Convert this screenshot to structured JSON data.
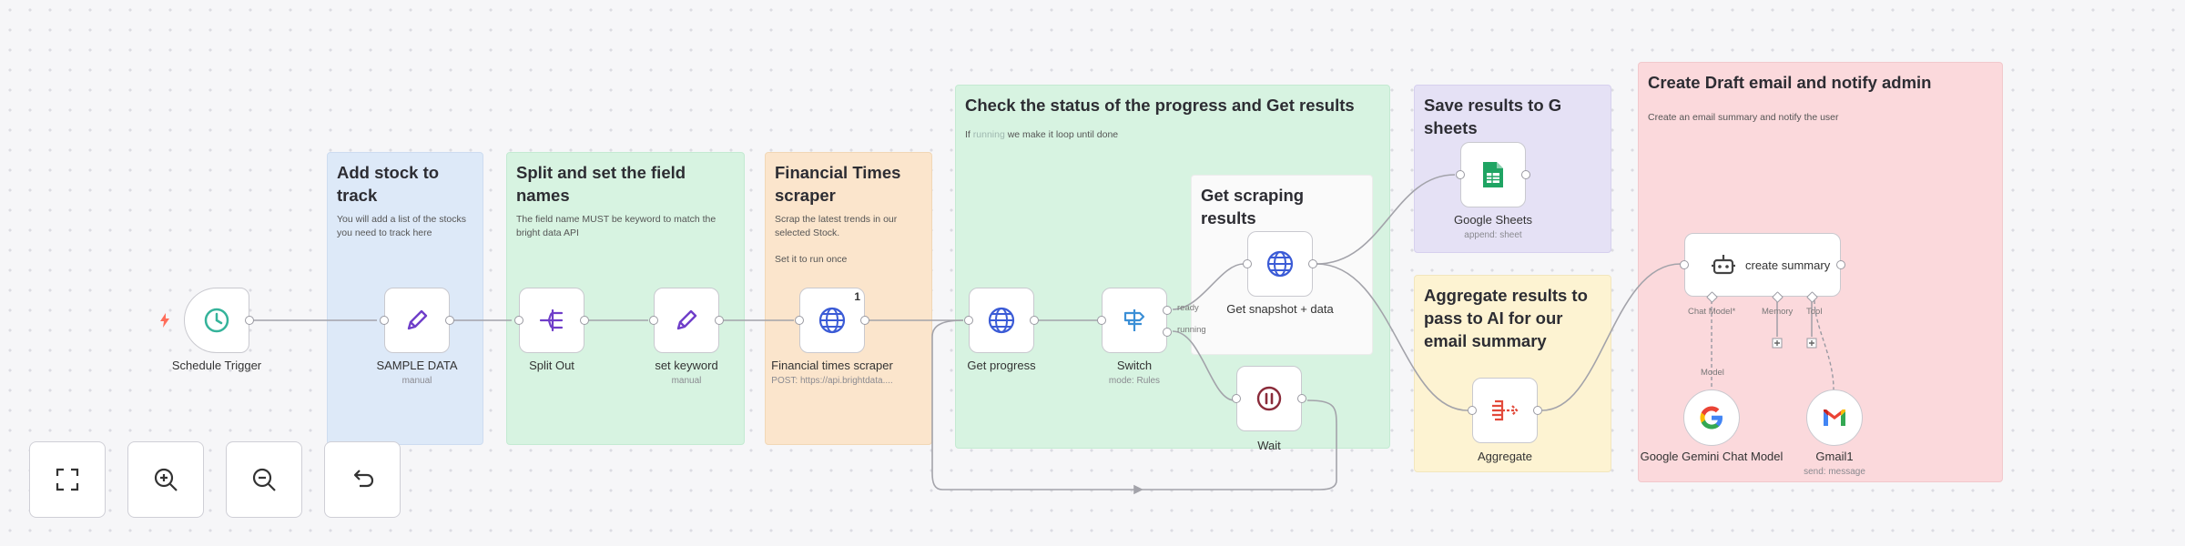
{
  "stickies": [
    {
      "key": "add_stock",
      "title": "Add stock to track",
      "body": "You will add a list of the stocks you need to track here"
    },
    {
      "key": "split",
      "title": "Split and set the field names",
      "body": "The field name MUST be keyword to match the bright data API"
    },
    {
      "key": "ft",
      "title": "Financial Times scraper",
      "body": "Scrap the latest trends in our selected Stock.",
      "body2": "Set it to run once"
    },
    {
      "key": "progress",
      "title": "Check the status of the progress and Get results",
      "body_pre": "If",
      "body_hl": "running",
      "body_post": "we make it loop until done"
    },
    {
      "key": "get_scraping",
      "title": "Get scraping results"
    },
    {
      "key": "save",
      "title": "Save results to G sheets"
    },
    {
      "key": "aggregate",
      "title": "Aggregate results to pass to AI for our email summary"
    },
    {
      "key": "draft",
      "title": "Create Draft email and notify admin",
      "body": "Create an email summary and notify the user"
    }
  ],
  "nodes": {
    "schedule_trigger": {
      "label": "Schedule Trigger",
      "icon": "clock-icon"
    },
    "sample_data": {
      "label": "SAMPLE DATA",
      "sub": "manual",
      "icon": "pencil-icon"
    },
    "split_out": {
      "label": "Split Out",
      "icon": "split-icon"
    },
    "set_keyword": {
      "label": "set keyword",
      "sub": "manual",
      "icon": "pencil-icon"
    },
    "ft_scraper": {
      "label": "Financial times scraper",
      "sub": "POST: https://api.brightdata....",
      "badge": "1",
      "icon": "globe-icon"
    },
    "get_progress": {
      "label": "Get progress",
      "icon": "globe-icon"
    },
    "switch": {
      "label": "Switch",
      "sub": "mode: Rules",
      "out1": "ready",
      "out2": "running",
      "icon": "signpost-icon"
    },
    "get_snapshot": {
      "label": "Get snapshot + data",
      "icon": "globe-icon"
    },
    "wait": {
      "label": "Wait",
      "icon": "pause-icon"
    },
    "google_sheets": {
      "label": "Google Sheets",
      "sub": "append: sheet",
      "icon": "sheets-icon"
    },
    "aggregate": {
      "label": "Aggregate",
      "icon": "aggregate-icon"
    },
    "create_summary": {
      "label": "create summary",
      "port1": "Chat Model*",
      "port2": "Memory",
      "port3": "Tool",
      "icon": "robot-icon"
    },
    "gemini": {
      "label": "Google Gemini Chat Model",
      "conn": "Model",
      "icon": "google-icon"
    },
    "gmail": {
      "label": "Gmail1",
      "sub": "send: message",
      "icon": "gmail-icon"
    }
  },
  "controls": [
    {
      "name": "fit-view-button",
      "icon": "fullscreen-icon"
    },
    {
      "name": "zoom-in-button",
      "icon": "zoom-in-icon"
    },
    {
      "name": "zoom-out-button",
      "icon": "zoom-out-icon"
    },
    {
      "name": "reset-view-button",
      "icon": "undo-icon"
    }
  ],
  "colors": {
    "blue": "#dde9f8",
    "green": "#d7f3e1",
    "orange": "#fbe5cc",
    "purple": "#e5e1f5",
    "yellow": "#fdf3d2",
    "pink": "#fbd9dc",
    "trigger": "#ff6d5a",
    "teal": "#35b39a",
    "accent": "#6f3ec9"
  }
}
